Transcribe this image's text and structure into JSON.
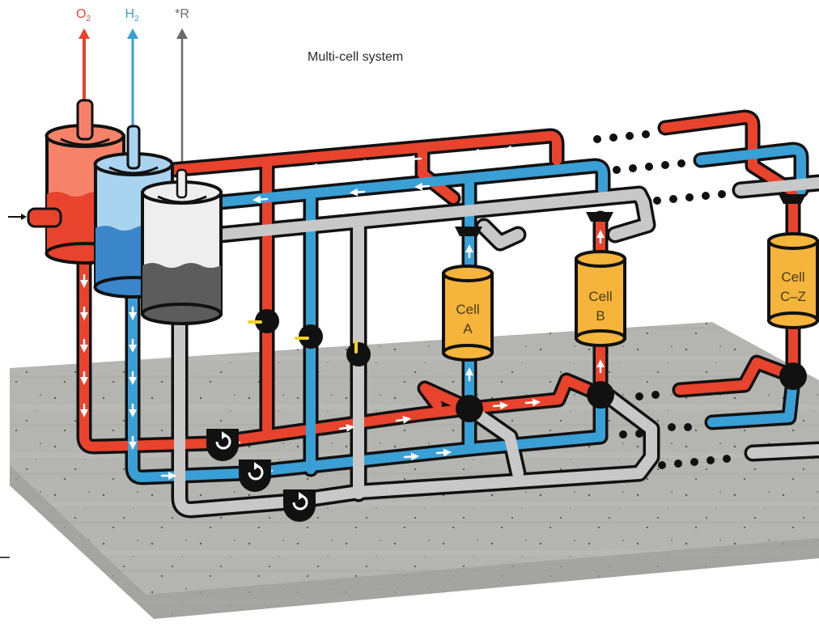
{
  "diagram": {
    "title": "Multi-cell system",
    "outputs": [
      {
        "id": "o2",
        "label": "O",
        "subscript": "2",
        "color": "#e8483a"
      },
      {
        "id": "h2",
        "label": "H",
        "subscript": "2",
        "color": "#3a9fd0"
      },
      {
        "id": "r",
        "label": "*R",
        "subscript": "",
        "color": "#6a6a6a"
      }
    ],
    "tanks": [
      {
        "id": "oxygen-tank",
        "body_color": "#f7826a",
        "liquid_color": "#e8432c"
      },
      {
        "id": "hydrogen-tank",
        "body_color": "#a9d3ee",
        "liquid_color": "#3a86c8"
      },
      {
        "id": "reagent-tank",
        "body_color": "#eeeeee",
        "liquid_color": "#5c5c5c"
      }
    ],
    "cells": [
      {
        "id": "cell-a",
        "line1": "Cell",
        "line2": "A"
      },
      {
        "id": "cell-b",
        "line1": "Cell",
        "line2": "B"
      },
      {
        "id": "cell-cz",
        "line1": "Cell",
        "line2": "C–Z"
      }
    ],
    "colors": {
      "oxygen_pipe": "#e8432c",
      "hydrogen_pipe": "#3a9fd5",
      "reagent_pipe": "#c8c8c8",
      "cell_fill": "#f5b53d",
      "outline": "#111111",
      "valve_handle": "#f2d22a",
      "concrete": "#b3b3b0"
    },
    "pumps": [
      {
        "id": "oxygen-pump",
        "icon": "rotate-icon"
      },
      {
        "id": "hydrogen-pump",
        "icon": "rotate-icon"
      },
      {
        "id": "reagent-pump",
        "icon": "rotate-icon"
      }
    ],
    "valves": [
      {
        "id": "oxygen-valve"
      },
      {
        "id": "hydrogen-valve"
      },
      {
        "id": "reagent-valve"
      }
    ],
    "continuation_marker": "dotted-ellipsis"
  }
}
